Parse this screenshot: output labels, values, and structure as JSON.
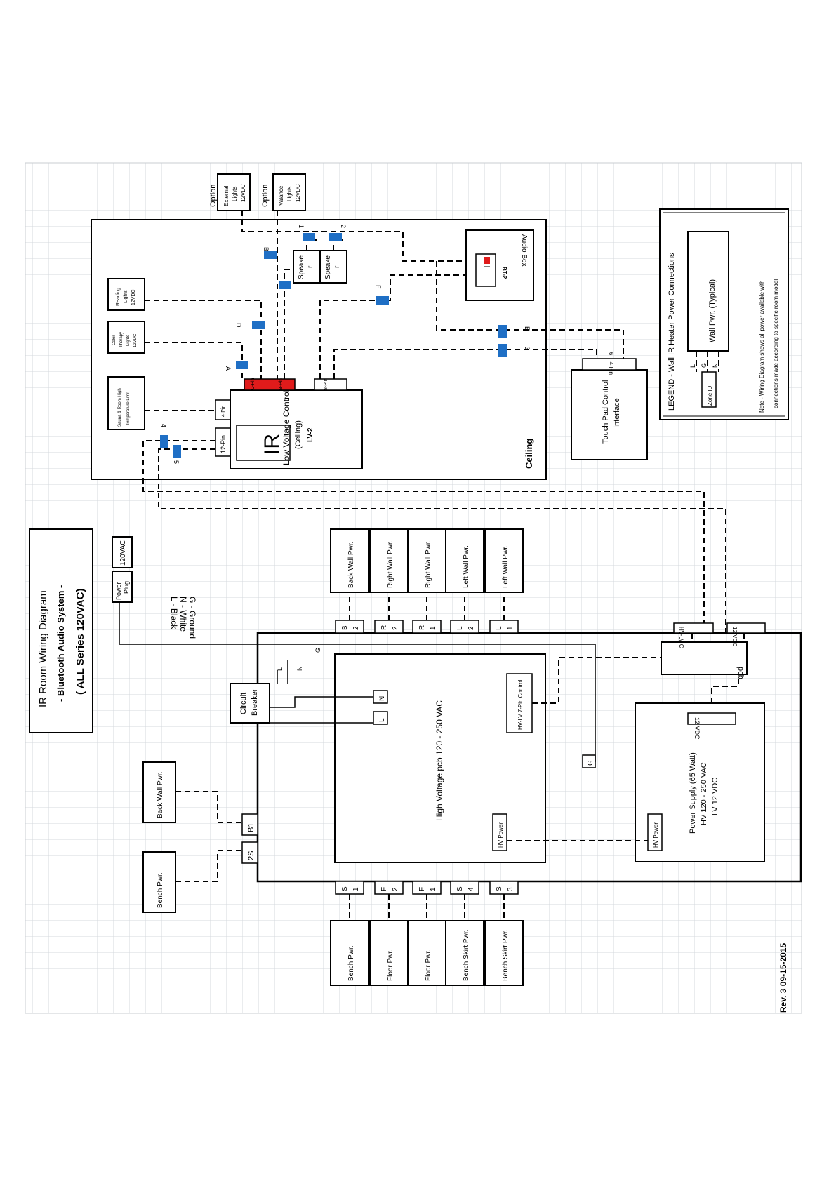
{
  "title": {
    "main": "IR Room Wiring Diagram",
    "sub": "- Bluetooth Audio System -",
    "series": "( ALL Series 120VAC)"
  },
  "wire_key": {
    "l": "L - Black",
    "n": "N - White",
    "g": "G - Ground"
  },
  "revision": "Rev. 3 09-15-2015",
  "ceiling": {
    "label": "Ceiling",
    "ir_symbol": "IR",
    "controller": {
      "line1": "Low Voltage Control",
      "line2": "(Ceiling)",
      "model": "LV-2"
    },
    "pin12": "12-Pin",
    "pin4": "4-Pin",
    "port_c": "C-Pin",
    "port_b": "B-Pin",
    "port_d": "8-Pin",
    "sensor": {
      "line1": "Sauna & Room High",
      "line2": "Temperature Limit"
    },
    "color_lights": {
      "line1": "Color",
      "line2": "Therapy",
      "line3": "Lights",
      "line4": "12VDC"
    },
    "reading_lights": {
      "line1": "Reading",
      "line2": "Lights",
      "line3": "12VDC"
    },
    "speaker_text1": "Speake",
    "speaker_text2": "r",
    "audio_box": "Audio Box",
    "bt": "BT-2",
    "conn": {
      "a": "A",
      "d": "D",
      "b": "B",
      "f": "F",
      "e": "E",
      "three": "3",
      "four": "4",
      "five": "5",
      "one": "1",
      "two": "2"
    }
  },
  "options": {
    "option_label": "Option",
    "external": {
      "line1": "External",
      "line2": "Lights",
      "line3": "12VDC"
    },
    "valance": {
      "line1": "Valance",
      "line2": "Lights",
      "line3": "12VDC"
    }
  },
  "touchpad": {
    "line1": "Touch Pad Control",
    "line2": "Interface",
    "pin": "6 + 4-Pin"
  },
  "legend": {
    "title": "LEGEND - Wall IR Heater Power Connections",
    "wall": "Wall Pwr. (Typical)",
    "l": "L",
    "g": "G",
    "n": "N",
    "zone": "Zone ID",
    "note1": "Note - Wiring Diagram shows all power available with",
    "note2": "connections made according to specific room model"
  },
  "power": {
    "plug1": "Power",
    "plug2": "Plug",
    "vac": "120VAC",
    "breaker1": "Circuit",
    "breaker2": "Breaker",
    "hv_pcb": "High Voltage pcb 120 - 250 VAC",
    "l": "L",
    "n": "N",
    "g": "G",
    "lv_control": "HV-LV 7-Pin Control",
    "hv_power": "HV Power",
    "pcb": "pcb",
    "hv_lv": "HV-LV C",
    "vdc12": "12 VDC",
    "psu": {
      "line1": "Power Supply (65 Watt)",
      "line2": "HV 120 - 250 VAC",
      "line3": "LV 12 VDC"
    },
    "vdc12b": "12 VDC"
  },
  "top_ports": [
    {
      "letter": "B",
      "num": "2",
      "label": "Back Wall Pwr."
    },
    {
      "letter": "R",
      "num": "2",
      "label": "Right Wall Pwr."
    },
    {
      "letter": "R",
      "num": "1",
      "label": "Right Wall Pwr."
    },
    {
      "letter": "L",
      "num": "2",
      "label": "Left Wall Pwr."
    },
    {
      "letter": "L",
      "num": "1",
      "label": "Left Wall Pwr."
    }
  ],
  "bottom_ports": [
    {
      "letter": "S",
      "num": "1",
      "label": "Bench Pwr."
    },
    {
      "letter": "F",
      "num": "2",
      "label": "Floor Pwr."
    },
    {
      "letter": "F",
      "num": "1",
      "label": "Floor Pwr."
    },
    {
      "letter": "S",
      "num": "4",
      "label": "Bench Skirt Pwr."
    },
    {
      "letter": "S",
      "num": "3",
      "label": "Bench Skirt Pwr."
    }
  ],
  "left_ports": [
    {
      "code": "B1",
      "label": "Back Wall Pwr."
    },
    {
      "code": "2S",
      "label": "Bench Pwr."
    }
  ],
  "colors": {
    "connector": "#1f6fc5",
    "active": "#e01b1b",
    "grid": "#d4d8de"
  }
}
